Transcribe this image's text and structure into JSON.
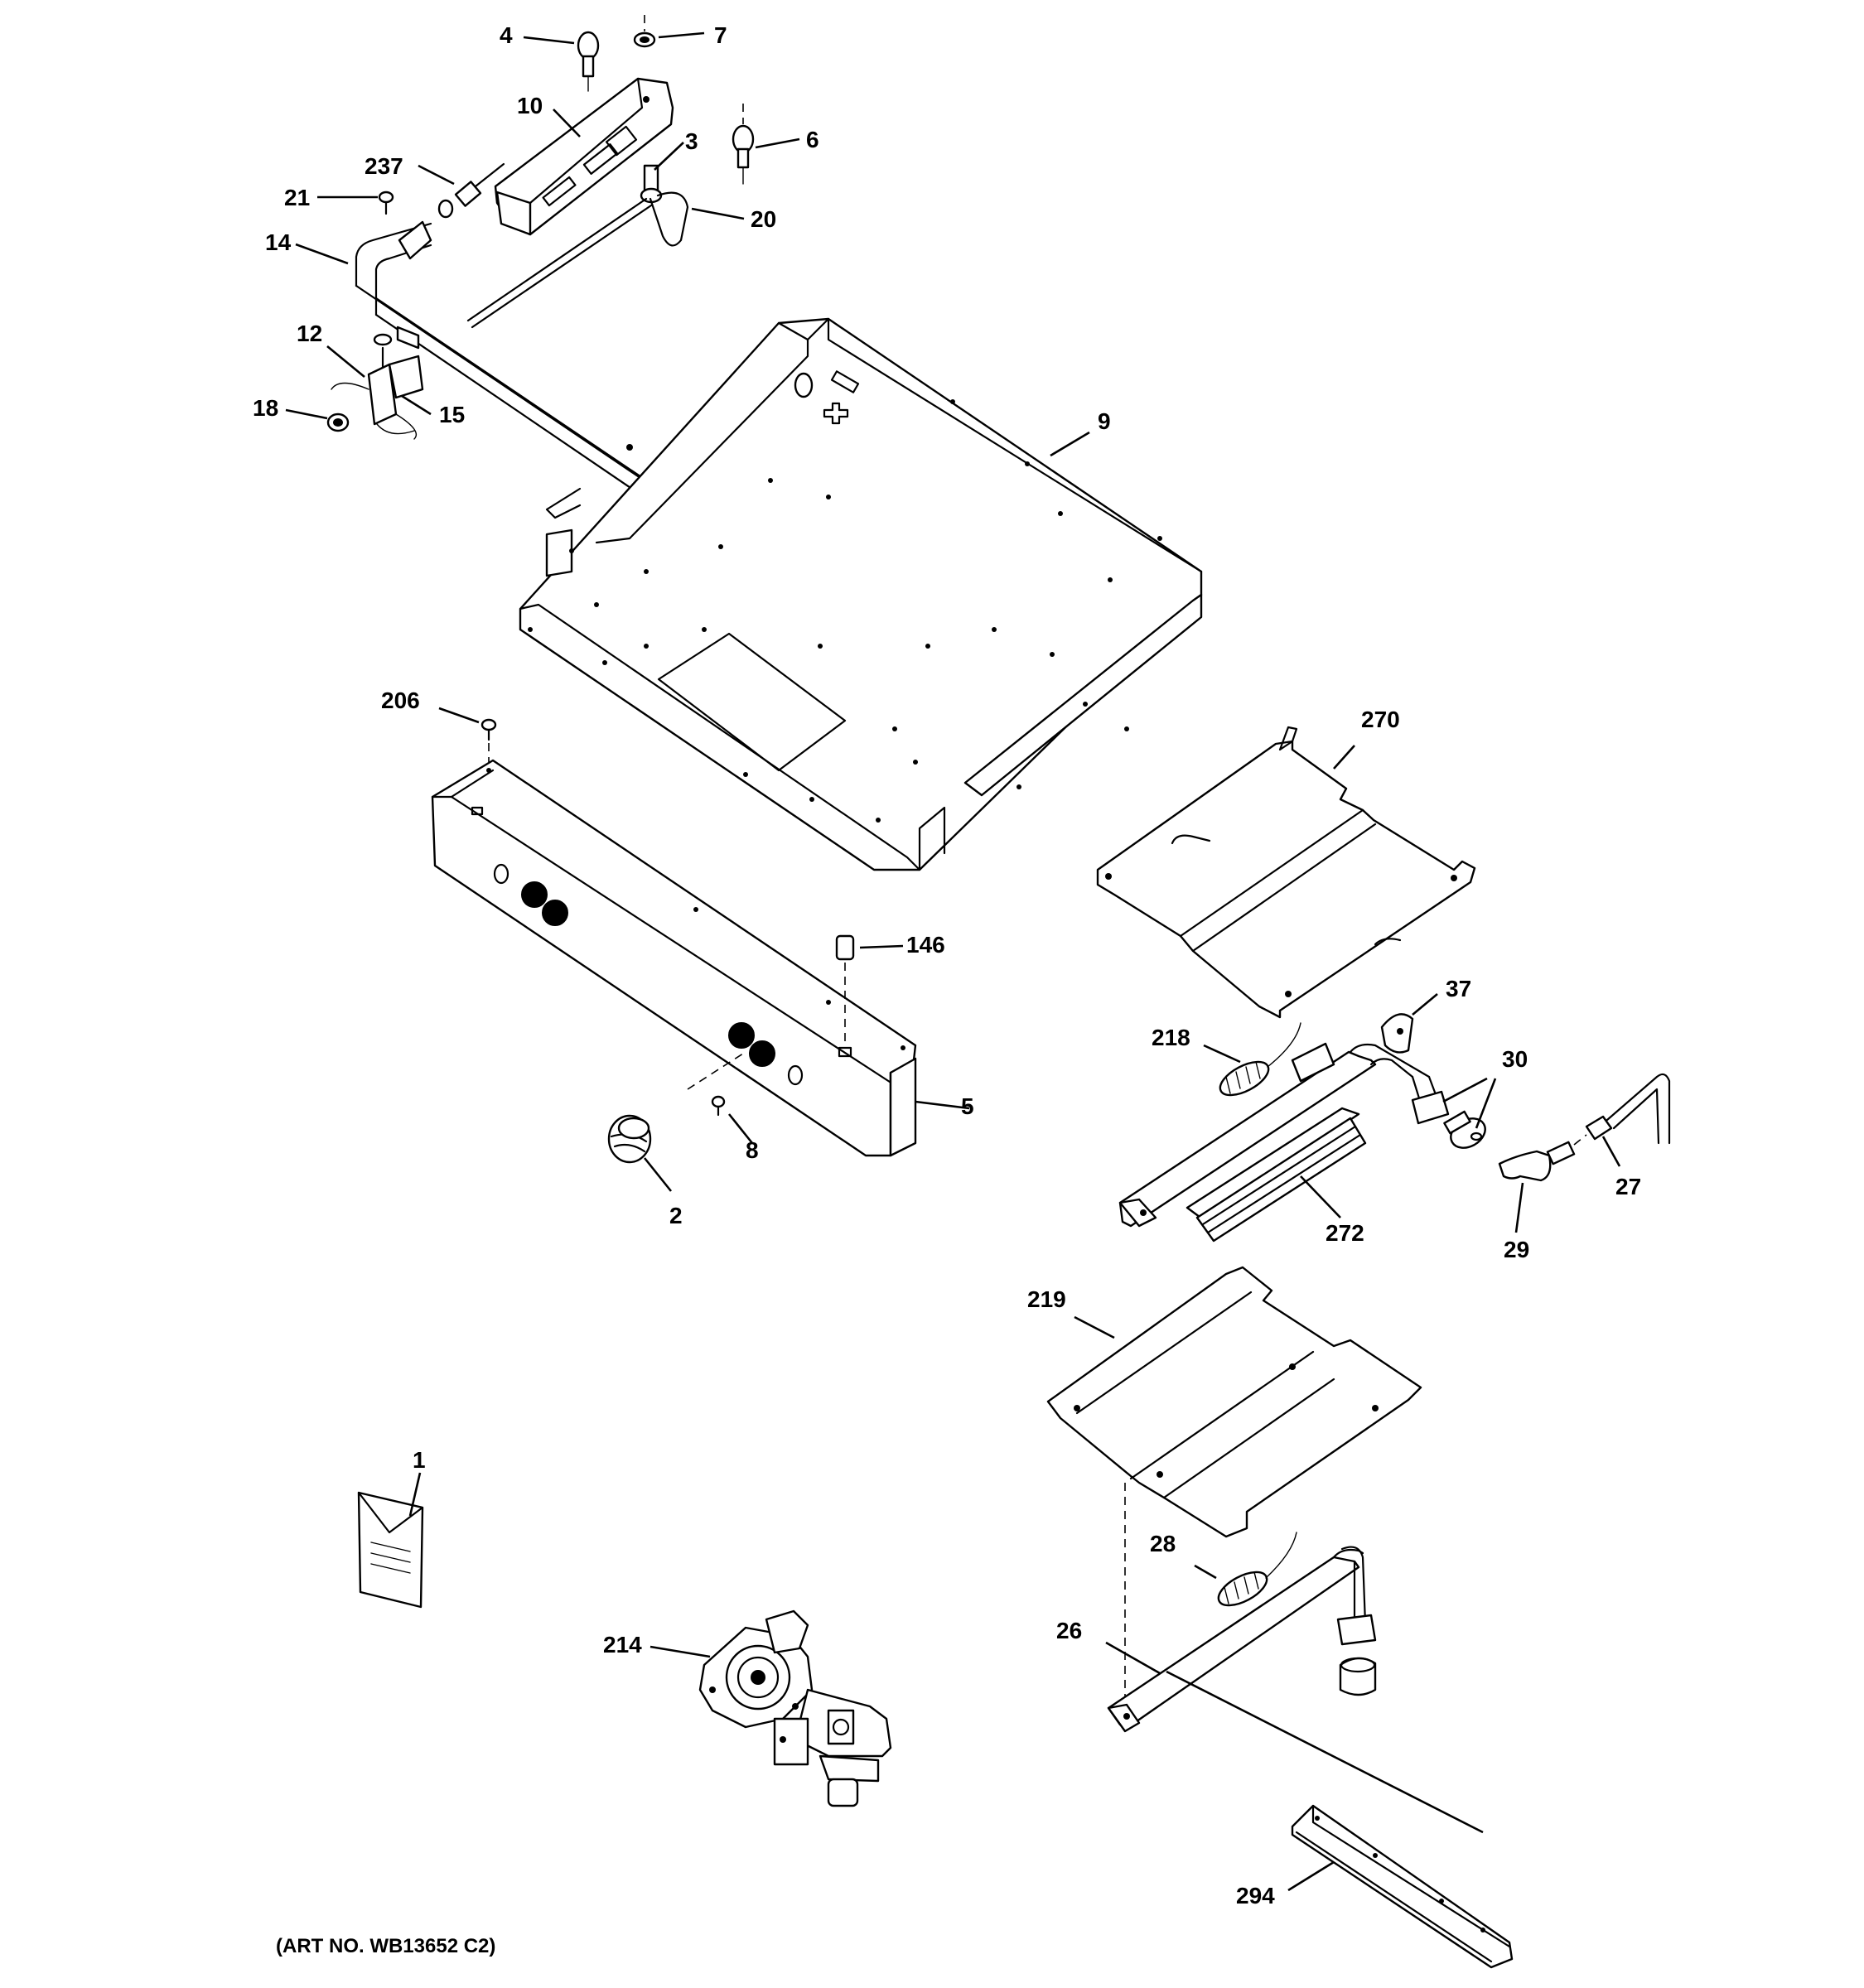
{
  "diagram": {
    "labels": {
      "p4": "4",
      "p7": "7",
      "p10": "10",
      "p3": "3",
      "p6": "6",
      "p237": "237",
      "p21": "21",
      "p20": "20",
      "p14": "14",
      "p12": "12",
      "p18": "18",
      "p15": "15",
      "p9": "9",
      "p206": "206",
      "p270": "270",
      "p146": "146",
      "p37": "37",
      "p218": "218",
      "p30": "30",
      "p5": "5",
      "p8": "8",
      "p2": "2",
      "p27": "27",
      "p272": "272",
      "p29": "29",
      "p219": "219",
      "p1": "1",
      "p28": "28",
      "p214": "214",
      "p26": "26",
      "p294": "294"
    },
    "footer_note": "(ART NO. WB13652 C2)"
  }
}
